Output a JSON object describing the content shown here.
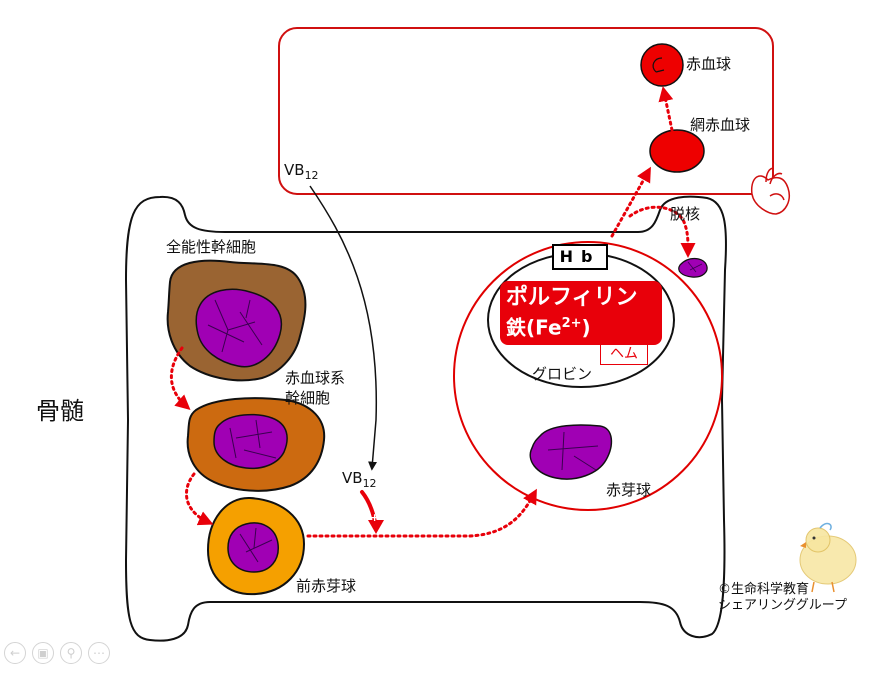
{
  "labels": {
    "rbc": "赤血球",
    "reticulocyte": "網赤血球",
    "vb12_top": "VB",
    "vb12_top_sub": "12",
    "vb12_mid": "VB",
    "vb12_mid_sub": "12",
    "plus": "+",
    "enucleation": "脱核",
    "totipotent_stem": "全能性幹細胞",
    "erythroid_stem_l1": "赤血球系",
    "erythroid_stem_l2": "幹細胞",
    "bone_marrow": "骨髄",
    "hb": "Hb",
    "porphyrin": "ポルフィリン",
    "iron_prefix": "鉄(Fe",
    "iron_sup": "2+",
    "iron_suffix": ")",
    "heme": "ヘム",
    "globin": "グロビン",
    "erythroblast": "赤芽球",
    "proerythroblast": "前赤芽球",
    "copyright_l1": "©生命科学教育",
    "copyright_l2": "シェアリンググループ"
  },
  "colors": {
    "red": "#e8000a",
    "purple": "#a000b4",
    "nucleus_line": "#3a0050",
    "stem_brown": "#9a6432",
    "erythroid_orange_brown": "#cc6a10",
    "proerythro_orange": "#f5a000",
    "outline": "#111111"
  },
  "icons": [
    "heart-icon",
    "chick-mascot-icon"
  ],
  "toolbar": [
    "back-icon",
    "slides-icon",
    "zoom-icon",
    "more-icon"
  ]
}
